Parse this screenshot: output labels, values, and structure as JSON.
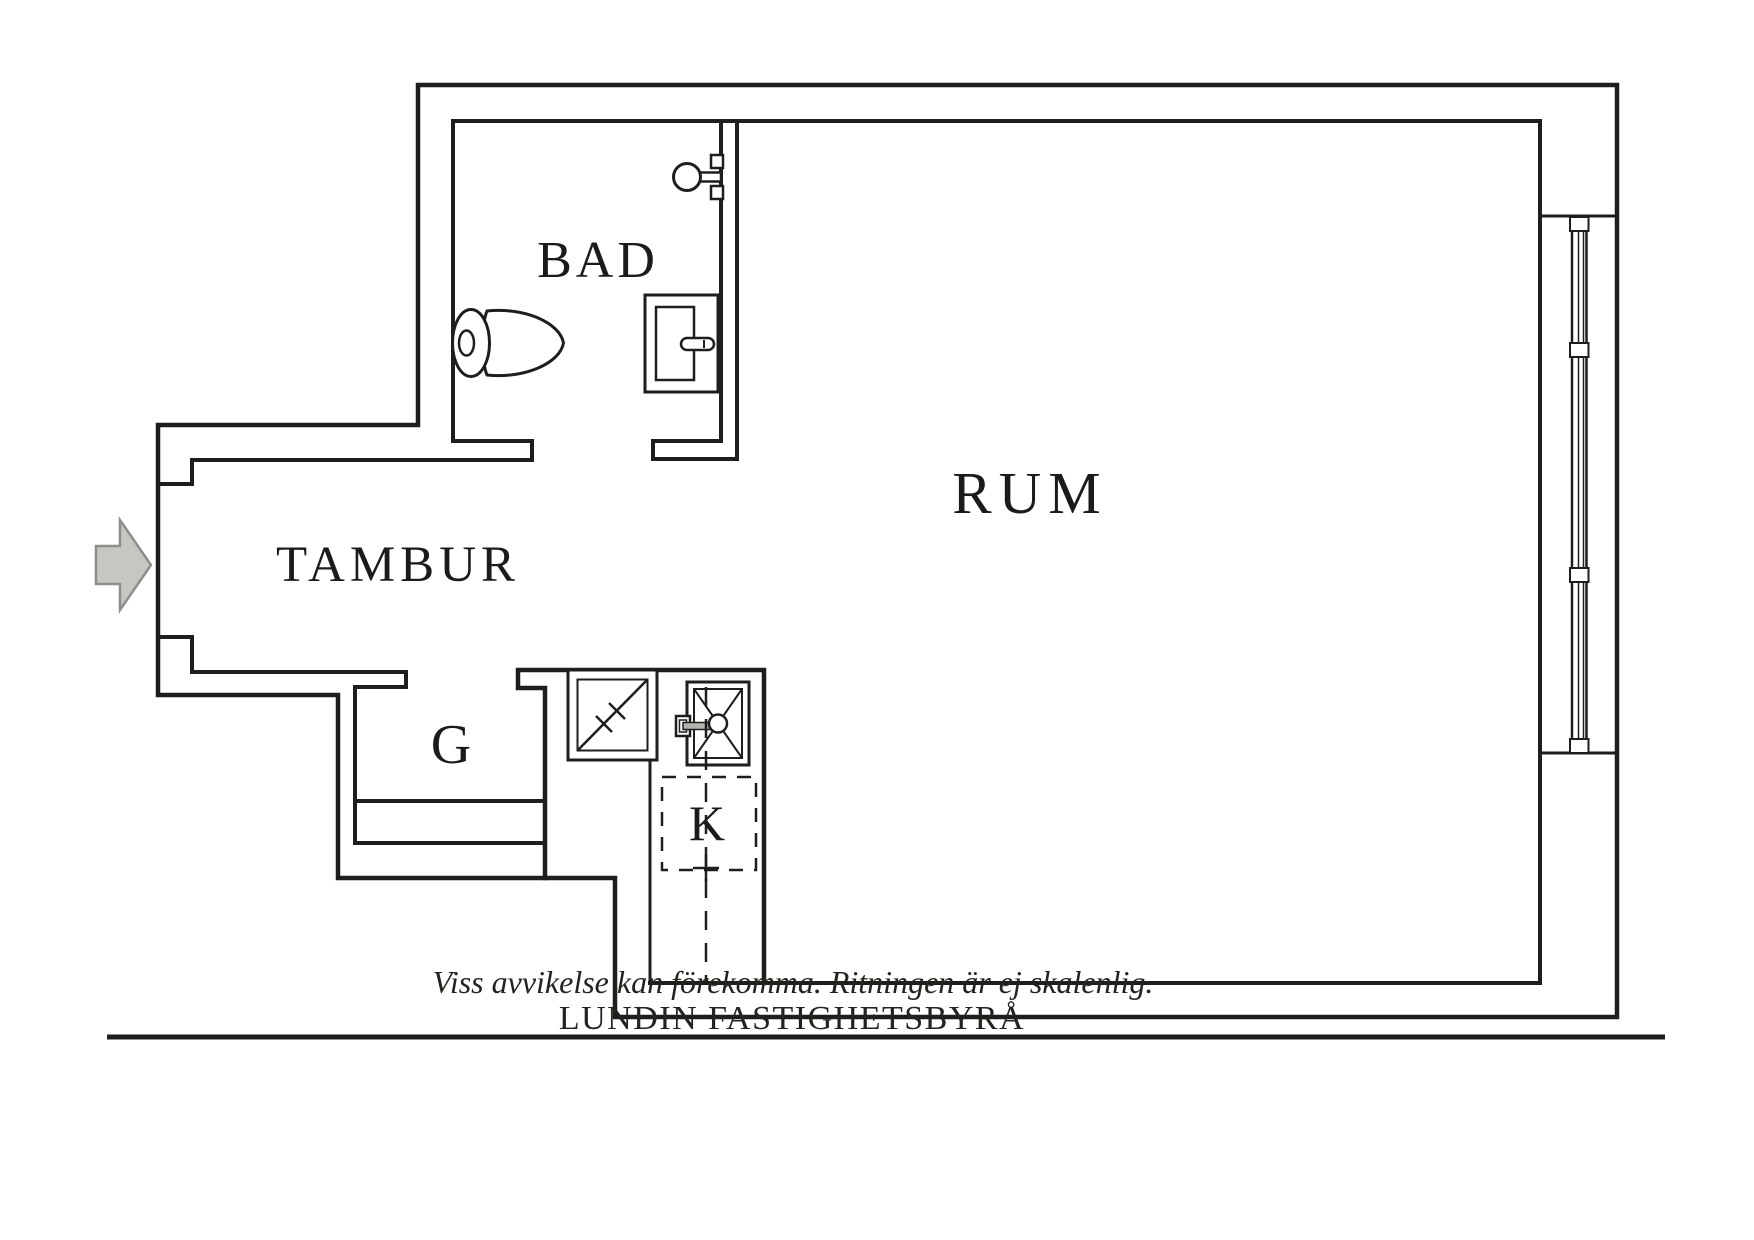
{
  "plan": {
    "rooms": {
      "bathroom": {
        "label": "BAD"
      },
      "hallway": {
        "label": "TAMBUR"
      },
      "main_room": {
        "label": "RUM"
      },
      "wardrobe": {
        "label": "G"
      },
      "kitchenette": {
        "label": "K"
      }
    },
    "fixtures": [
      "entrance-arrow-icon",
      "toilet-icon",
      "bathroom-sink-icon",
      "shower-mixer-icon",
      "kitchen-unit-icon",
      "stove-icon",
      "window",
      "kitchen-dashed-unit"
    ],
    "colors": {
      "line": "#1e1e1d",
      "background": "#ffffff",
      "arrow_fill": "#c6c6c3",
      "arrow_stroke": "#8e8e8a",
      "faucet_fill": "#b3b3b0"
    }
  },
  "footer": {
    "disclaimer": "Viss avvikelse kan förekomma. Ritningen är ej skalenlig.",
    "agency": "LUNDIN FASTIGHETSBYRÅ"
  }
}
